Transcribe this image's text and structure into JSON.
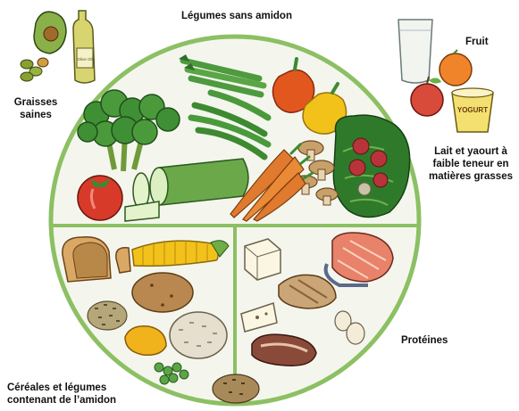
{
  "labels": {
    "top": "Légumes sans amidon",
    "fats_line1": "Graisses",
    "fats_line2": "saines",
    "fruit": "Fruit",
    "dairy_line1": "Lait et yaourt à",
    "dairy_line2": "faible teneur en",
    "dairy_line3": "matières grasses",
    "proteins": "Protéines",
    "grains_line1": "Céréales et légumes",
    "grains_line2": "contenant de l’amidon"
  },
  "illustration_text": {
    "yogurt_cup": "YOGURT",
    "oil_bottle": "Olive Oil"
  },
  "colors": {
    "plate_rim": "#8cc063",
    "plate_fill": "#f4f6ee",
    "vegetable_green": "#3f8f35",
    "carrot_orange": "#e07a2e",
    "tomato_red": "#d83a2a",
    "pepper_yellow": "#f2c21b"
  }
}
